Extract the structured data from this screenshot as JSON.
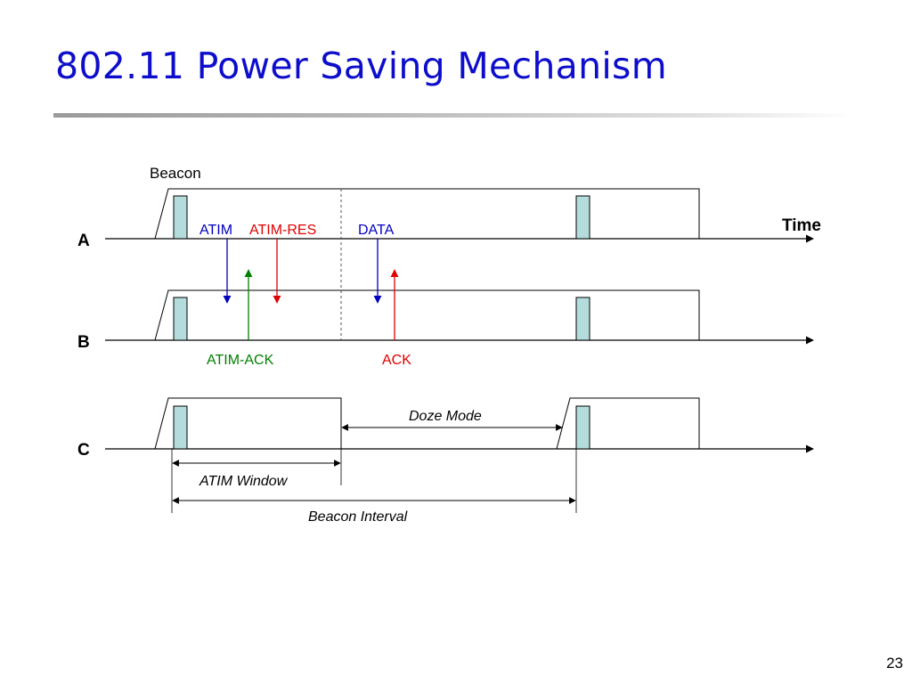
{
  "slide": {
    "title": "802.11 Power Saving Mechanism",
    "page_number": "23"
  },
  "diagram": {
    "beacon_label": "Beacon",
    "time_label": "Time",
    "stations": [
      {
        "id": "A",
        "label": "A"
      },
      {
        "id": "B",
        "label": "B"
      },
      {
        "id": "C",
        "label": "C"
      }
    ],
    "messages": {
      "atim": "ATIM",
      "atim_res": "ATIM-RES",
      "data": "DATA",
      "atim_ack": "ATIM-ACK",
      "ack": "ACK"
    },
    "intervals": {
      "doze_mode": "Doze Mode",
      "atim_window": "ATIM Window",
      "beacon_interval": "Beacon Interval"
    },
    "colors": {
      "title": "#0d0dcc",
      "atim": "#0000c0",
      "atim_res": "#e00000",
      "data": "#0000c0",
      "atim_ack": "#008000",
      "ack": "#e00000",
      "beacon_fill": "#b4dcdc"
    }
  }
}
